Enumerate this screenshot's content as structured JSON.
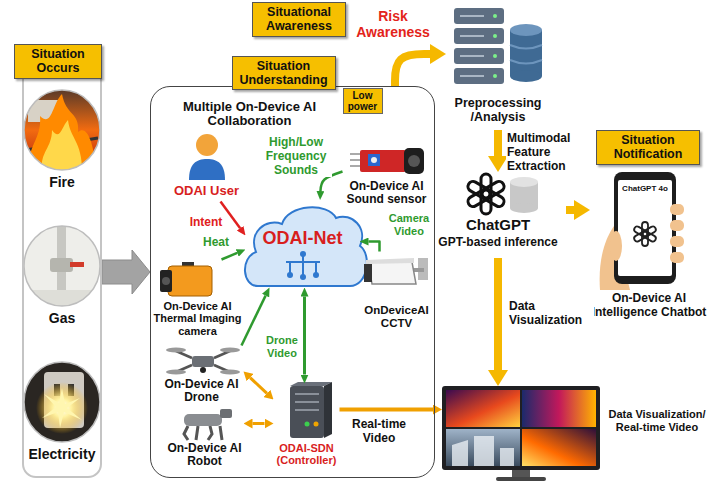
{
  "diagram": {
    "nodes": [
      {
        "text": [
          "Situation Occurs"
        ]
      },
      {
        "text": [
          "Fire"
        ],
        "in": 0
      },
      {
        "text": [
          "Gas"
        ],
        "in": 0
      },
      {
        "text": [
          "Electricity"
        ],
        "in": 0
      },
      {
        "text": [
          "Situation Understanding",
          "Multiple On-Device AI Collaboration"
        ]
      },
      {
        "text": [
          "Low power"
        ],
        "in": 4
      },
      {
        "text": [
          "ODAI User"
        ],
        "in": 4
      },
      {
        "text": [
          "On-Device AI Sound sensor"
        ],
        "in": 4
      },
      {
        "text": [
          "ODAI-Net"
        ],
        "in": 4
      },
      {
        "text": [
          "On-Device AI Thermal Imaging camera"
        ],
        "in": 4
      },
      {
        "text": [
          "OnDeviceAI CCTV"
        ],
        "in": 4
      },
      {
        "text": [
          "On-Device AI Drone"
        ],
        "in": 4
      },
      {
        "text": [
          "On-Device AI Robot"
        ],
        "in": 4
      },
      {
        "text": [
          "ODAI-SDN (Controller)"
        ],
        "in": 4
      },
      {
        "text": [
          "Situational Awareness"
        ]
      },
      {
        "text": [
          "Preprocessing /Analysis"
        ]
      },
      {
        "text": [
          "ChatGPT",
          "GPT-based inference"
        ]
      },
      {
        "text": [
          "Situation Notification",
          "ChatGPT 4o",
          "On-Device AI Intelligence Chatbot"
        ]
      },
      {
        "text": [
          "Data Visualization/ Real-time Video"
        ]
      }
    ],
    "edges": [
      {
        "from": 0,
        "to": 4,
        "arrow": "to"
      },
      {
        "from": 6,
        "to": 8,
        "label": "Intent",
        "arrow": "to"
      },
      {
        "from": 7,
        "to": 8,
        "label": "High/Low Frequency Sounds",
        "arrow": "to"
      },
      {
        "from": 9,
        "to": 8,
        "label": "Heat",
        "arrow": "to"
      },
      {
        "from": 10,
        "to": 8,
        "label": "Camera Video",
        "arrow": "to"
      },
      {
        "from": 11,
        "to": 8,
        "label": "Drone Video",
        "arrow": "to"
      },
      {
        "from": 8,
        "to": 13,
        "arrow": "both"
      },
      {
        "from": 11,
        "to": 13,
        "arrow": "both"
      },
      {
        "from": 12,
        "to": 13,
        "arrow": "both"
      },
      {
        "from": 13,
        "to": 18,
        "label": "Real-time Video",
        "arrow": "to"
      },
      {
        "from": 4,
        "to": 15,
        "label": "Risk Awareness",
        "arrow": "to"
      },
      {
        "from": 15,
        "to": 16,
        "label": "Multimodal Feature Extraction",
        "arrow": "to"
      },
      {
        "from": 16,
        "to": 17,
        "arrow": "to"
      },
      {
        "from": 16,
        "to": 18,
        "label": "Data Visualization",
        "arrow": "to"
      }
    ]
  }
}
